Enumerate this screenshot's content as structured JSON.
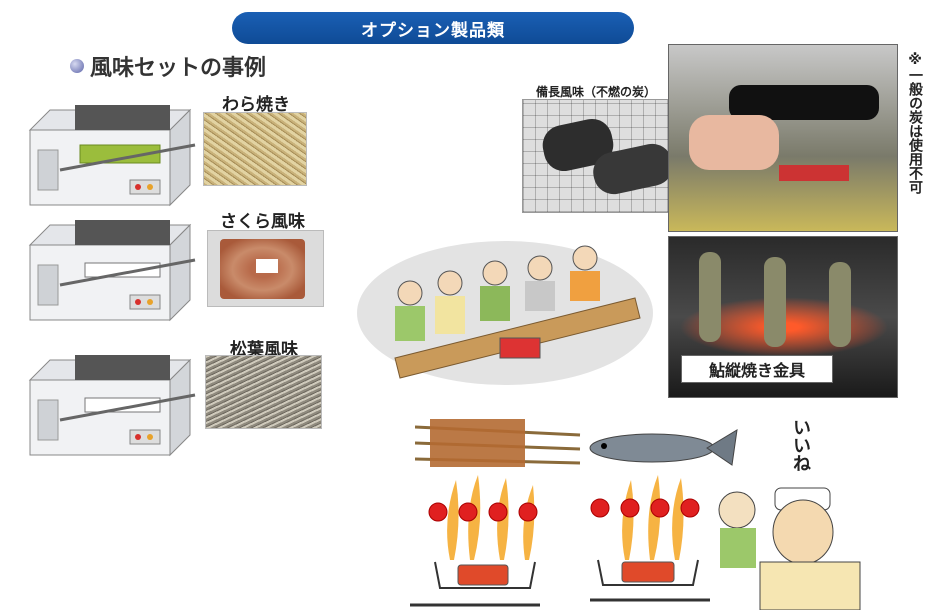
{
  "banner": {
    "title": "オプション製品類"
  },
  "section": {
    "title": "風味セットの事例"
  },
  "flavors": [
    {
      "label": "わら焼き"
    },
    {
      "label": "さくら風味"
    },
    {
      "label": "松葉風味"
    }
  ],
  "charcoal": {
    "label": "備長風味（不燃の炭）"
  },
  "note": {
    "text": "※一般の炭は使用不可"
  },
  "grill": {
    "caption": "鮎縦焼き金具"
  },
  "speech": {
    "text": "いいね"
  },
  "colors": {
    "banner": "#1a5fb4",
    "flame": "#f5a623",
    "heat_dot": "#e02020",
    "burner": "#d33"
  }
}
